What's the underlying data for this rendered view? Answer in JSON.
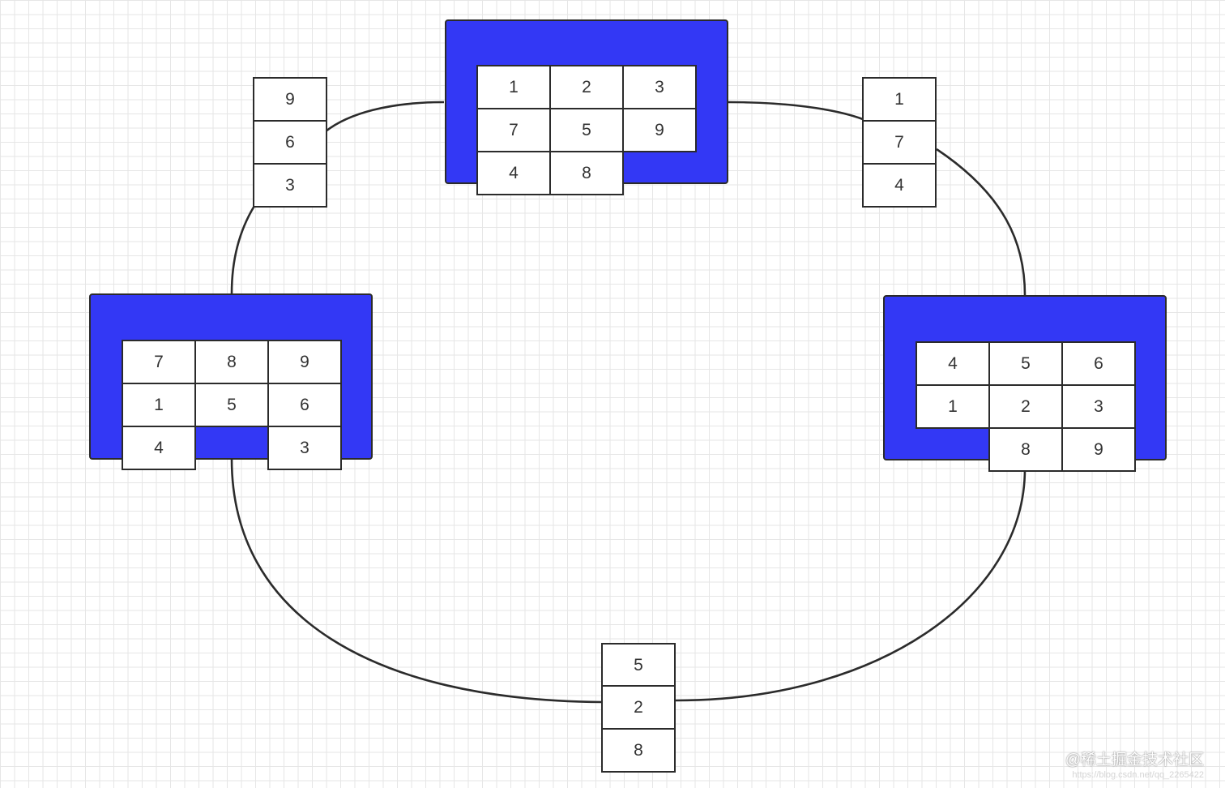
{
  "colors": {
    "node_fill": "#3338f5",
    "line": "#2b2b2b",
    "cell_fill": "#ffffff"
  },
  "nodes": [
    {
      "id": "top",
      "cells": [
        "1",
        "2",
        "3",
        "7",
        "5",
        "9",
        "4",
        "8",
        ""
      ]
    },
    {
      "id": "left",
      "cells": [
        "7",
        "8",
        "9",
        "1",
        "5",
        "6",
        "4",
        "",
        "3"
      ]
    },
    {
      "id": "right",
      "cells": [
        "4",
        "5",
        "6",
        "1",
        "2",
        "3",
        "",
        "8",
        "9"
      ]
    }
  ],
  "tokens": [
    {
      "id": "top-left",
      "values": [
        "9",
        "6",
        "3"
      ]
    },
    {
      "id": "top-right",
      "values": [
        "1",
        "7",
        "4"
      ]
    },
    {
      "id": "bottom",
      "values": [
        "5",
        "2",
        "8"
      ]
    }
  ],
  "watermark": {
    "text": "@稀土掘金技术社区",
    "subtext": "https://blog.csdn.net/qq_2265422"
  }
}
